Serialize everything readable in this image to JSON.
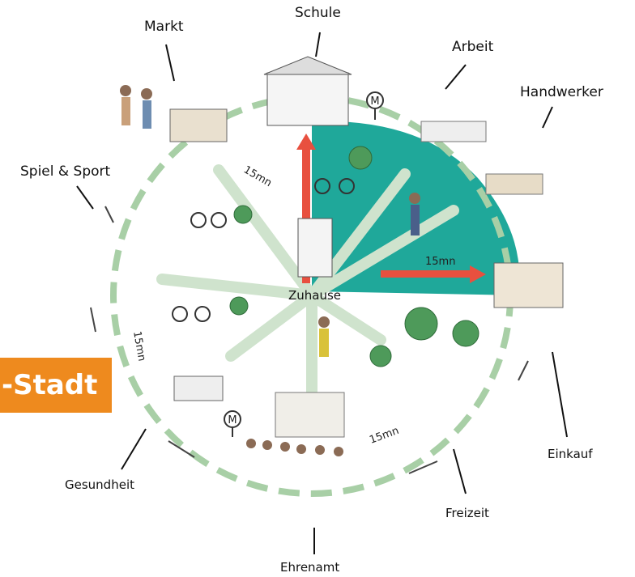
{
  "labels": {
    "schule": "Schule",
    "markt": "Markt",
    "arbeit": "Arbeit",
    "handwerker": "Handwerker",
    "spiel_sport": "Spiel & Sport",
    "zuhause": "Zuhause",
    "gesundheit": "Gesundheit",
    "einkauf": "Einkauf",
    "freizeit": "Freizeit",
    "ehrenamt": "Ehrenamt"
  },
  "banner": "-Stadt",
  "time_labels": {
    "t1": "15mn",
    "t2": "15mn",
    "t3": "15mn",
    "t4": "15mn"
  },
  "metro_letter": "M",
  "colors": {
    "teal_zone": "#1fa89a",
    "ring_green": "#a8cfa6",
    "arrow_red": "#e8503f",
    "banner_orange": "#ee8a1e"
  }
}
